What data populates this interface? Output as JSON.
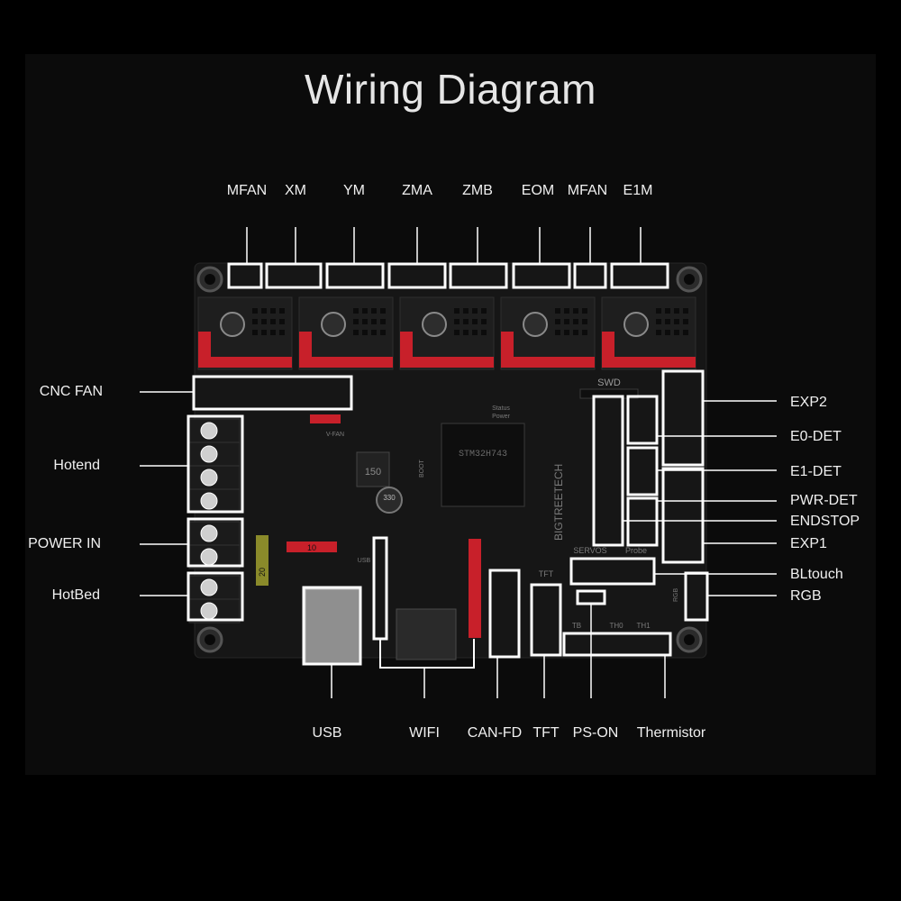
{
  "title": "Wiring Diagram",
  "labels": {
    "top": [
      "MFAN",
      "XM",
      "YM",
      "ZMA",
      "ZMB",
      "EOM",
      "MFAN",
      "E1M"
    ],
    "left": [
      "CNC FAN",
      "Hotend",
      "POWER IN",
      "HotBed"
    ],
    "right": [
      "EXP2",
      "E0-DET",
      "E1-DET",
      "PWR-DET",
      "ENDSTOP",
      "EXP1",
      "BLtouch",
      "RGB"
    ],
    "bottom": [
      "USB",
      "WIFI",
      "CAN-FD",
      "TFT",
      "PS-ON",
      "Thermistor"
    ]
  },
  "board": {
    "swd": "SWD",
    "brand": "BIGTREETECH",
    "mcu": "STM32H743",
    "regulator": "150",
    "capacitor": "330",
    "fuse_a": "10",
    "fuse_b": "20",
    "servos": "SERVOS",
    "probe": "Probe",
    "tft": "TFT",
    "status": "Status",
    "power": "Power",
    "boot": "BOOT",
    "rgb": "RGB",
    "th0": "TH0",
    "th1": "TH1",
    "tb": "TB",
    "usb": "USB",
    "vfan": "V-FAN"
  },
  "colors": {
    "background": "#000000",
    "panel": "#0b0b0b",
    "board": "#161616",
    "callout": "#ffffff",
    "pin_red": "#c8202a",
    "text": "#f0f0f0"
  }
}
